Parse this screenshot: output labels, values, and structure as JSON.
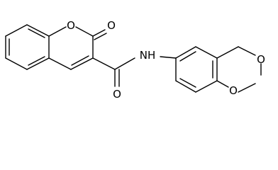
{
  "molecule": {
    "atoms": {
      "O_ring": "O",
      "O_carbonyl": "O",
      "O_amide": "O",
      "N_amide": "NH",
      "O_dioxane_top": "O",
      "O_dioxane_bottom": "O"
    }
  }
}
